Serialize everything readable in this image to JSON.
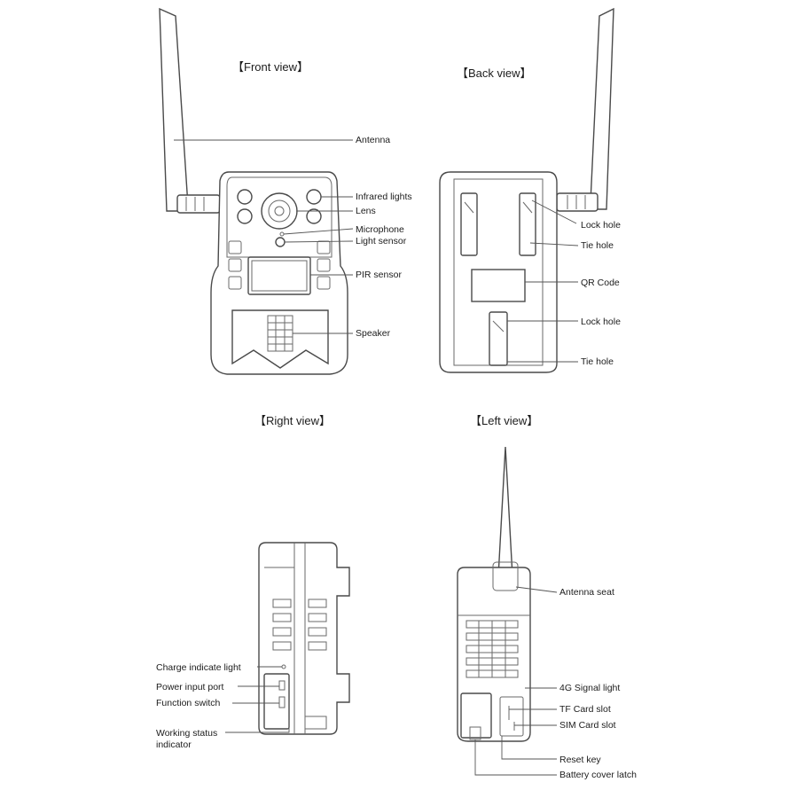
{
  "views": {
    "front": {
      "title": "【Front view】",
      "labels": {
        "antenna": "Antenna",
        "infrared": "Infrared lights",
        "lens": "Lens",
        "microphone": "Microphone",
        "light_sensor": "Light sensor",
        "pir": "PIR sensor",
        "speaker": "Speaker"
      }
    },
    "back": {
      "title": "【Back view】",
      "labels": {
        "lock_hole_top": "Lock hole",
        "tie_hole_top": "Tie hole",
        "qr_code": "QR Code",
        "lock_hole_bottom": "Lock hole",
        "tie_hole_bottom": "Tie hole"
      }
    },
    "right": {
      "title": "【Right view】",
      "labels": {
        "charge": "Charge indicate light",
        "power": "Power input port",
        "function": "Function switch",
        "working_1": "Working status",
        "working_2": "indicator"
      }
    },
    "left": {
      "title": "【Left view】",
      "labels": {
        "antenna_seat": "Antenna seat",
        "signal": "4G Signal light",
        "tf": "TF Card slot",
        "sim": "SIM Card slot",
        "reset": "Reset key",
        "battery": "Battery cover latch"
      }
    }
  }
}
